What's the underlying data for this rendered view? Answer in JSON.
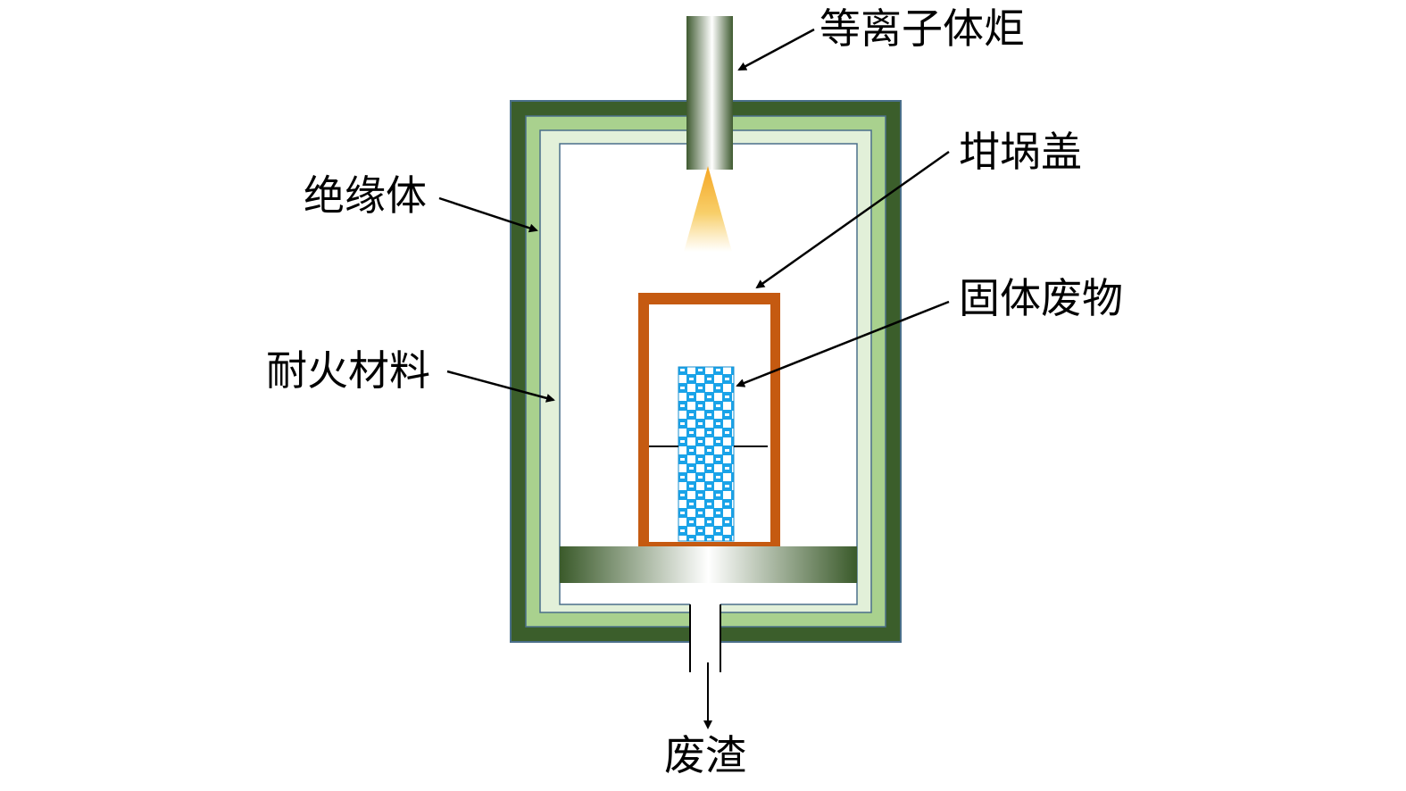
{
  "labels": {
    "plasma_torch": "等离子体炬",
    "crucible_lid": "坩埚盖",
    "insulator": "绝缘体",
    "solid_waste": "固体废物",
    "refractory": "耐火材料",
    "slag": "废渣"
  },
  "colors": {
    "outer_shell": "#3b5e2b",
    "insulator_layer": "#a9d18e",
    "refractory_layer": "#e2f0d9",
    "crucible": "#c55a11",
    "waste_blue": "#1aa3e8",
    "flame": "#f5b940",
    "border": "#4a6f8a"
  }
}
